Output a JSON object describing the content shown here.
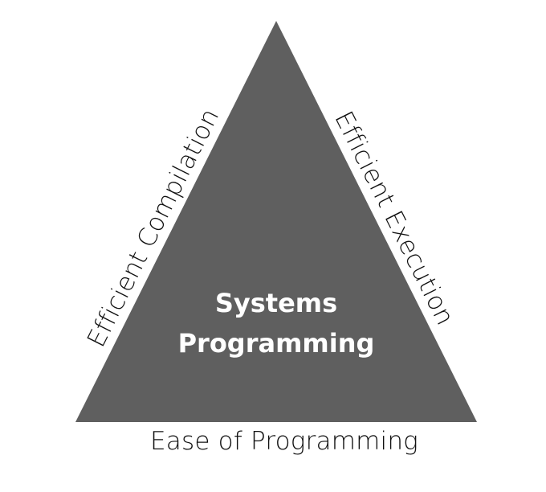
{
  "diagram": {
    "center": {
      "line1": "Systems",
      "line2": "Programming"
    },
    "left_side": "Efficient Compilation",
    "right_side": "Efficient Execution",
    "bottom_side": "Ease of Programming",
    "colors": {
      "triangle": "#5f5f5f",
      "background": "#ffffff",
      "label_text": "#111111",
      "center_text": "#ffffff"
    }
  }
}
